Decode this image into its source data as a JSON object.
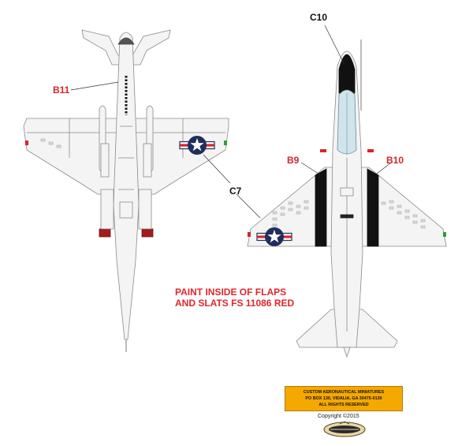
{
  "callouts": {
    "b11": "B11",
    "c7": "C7",
    "c10": "C10",
    "b9": "B9",
    "b10": "B10"
  },
  "note": {
    "line1": "PAINT INSIDE OF FLAPS",
    "line2": "AND SLATS FS 11086 RED"
  },
  "credit_box": {
    "line1": "CUSTOM AERONAUTICAL MINIATURES",
    "line2": "PO BOX 130, VIDALIA, GA 30475-0130",
    "line3": "ALL RIGHTS RESERVED"
  },
  "copyright": "Copyright ©2015",
  "colors": {
    "callout_red": "#d8232a",
    "insignia_blue": "#1f2e5c",
    "insignia_red": "#d8232a",
    "panel_black": "#111111",
    "credit_box": "#f5a800",
    "nav_light_green": "#2e9e3a"
  },
  "icons": {
    "insignia": "us-navy-star-and-bar-icon",
    "logo": "company-logo-icon"
  }
}
